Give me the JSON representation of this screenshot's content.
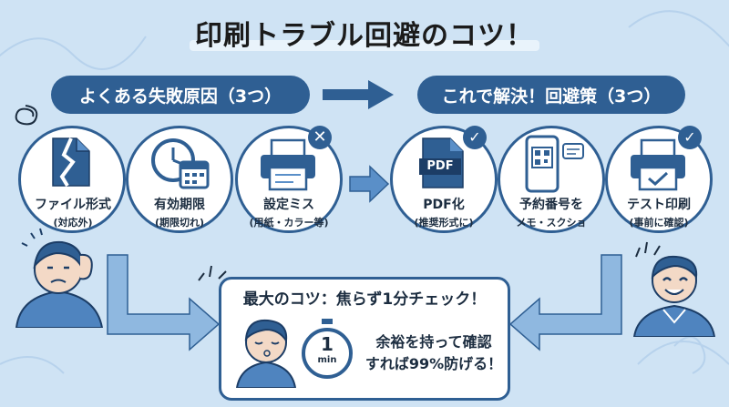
{
  "title": "印刷トラブル回避のコツ！",
  "left_header": "よくある失敗原因（3つ）",
  "right_header": "これで解決！回避策（3つ）",
  "causes": [
    {
      "label": "ファイル形式",
      "sub": "(対応外)",
      "icon": "broken-file-icon"
    },
    {
      "label": "有効期限",
      "sub": "(期限切れ)",
      "icon": "clock-calendar-icon"
    },
    {
      "label": "設定ミス",
      "sub": "(用紙・カラー等)",
      "icon": "printer-error-icon"
    }
  ],
  "solutions": [
    {
      "label": "PDF化",
      "sub": "(推奨形式に)",
      "icon": "pdf-file-icon",
      "badge": "PDF"
    },
    {
      "label": "予約番号を",
      "sub": "メモ・スクショ",
      "icon": "smartphone-qr-icon"
    },
    {
      "label": "テスト印刷",
      "sub": "(事前に確認)",
      "icon": "printer-check-icon"
    }
  ],
  "tip": {
    "title": "最大のコツ：焦らず1分チェック！",
    "timer_number": "1",
    "timer_unit": "min",
    "line1": "余裕を持って確認",
    "line2": "すれば99%防げる！"
  },
  "colors": {
    "background": "#cfe3f4",
    "navy": "#2f5f93",
    "accent_blue": "#5a8fc8",
    "light_blue": "#8fb8e0"
  }
}
